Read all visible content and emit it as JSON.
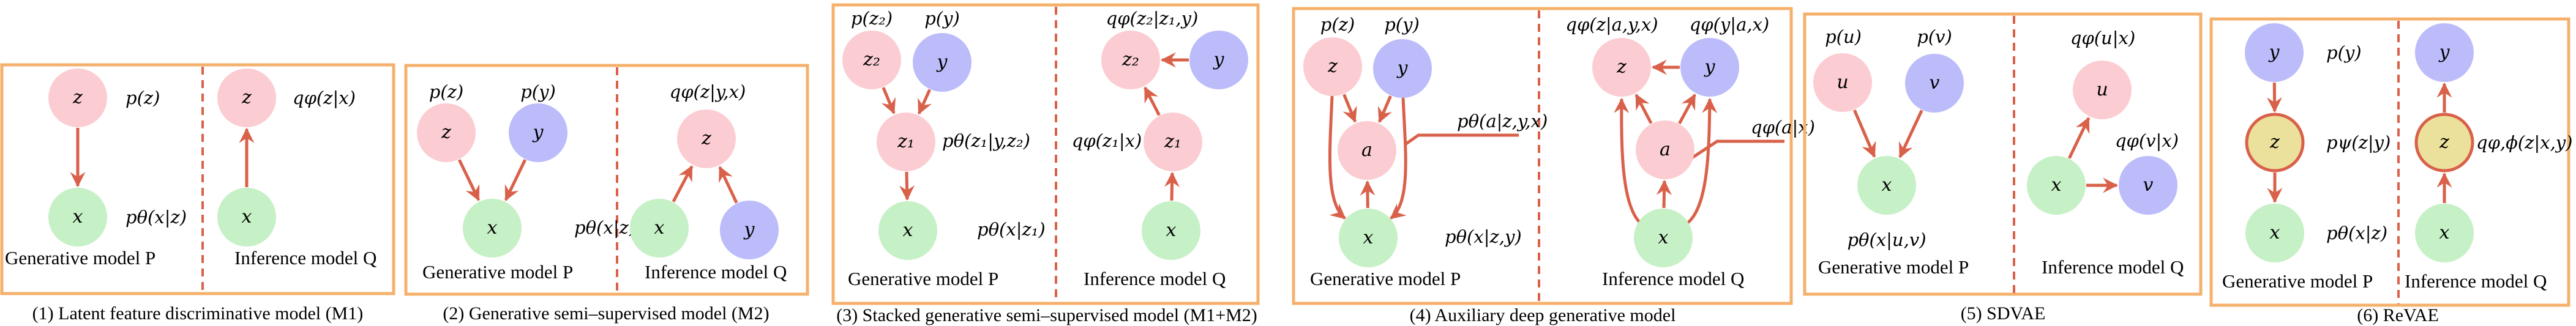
{
  "colors": {
    "box_border": "#f5b16c",
    "divider": "#d9614a",
    "edge": "#d9614a",
    "node_z": "#fbcdd2",
    "node_y": "#bcbcfb",
    "node_x": "#c6f0c6",
    "node_highlight_fill": "#ebe19c",
    "node_highlight_stroke": "#d9614a"
  },
  "common": {
    "generative_label": "Generative model P",
    "inference_label": "Inference model Q"
  },
  "panels": [
    {
      "id": "m1",
      "caption": "(1) Latent feature discriminative model (M1)",
      "generative": {
        "nodes": [
          {
            "id": "z",
            "label": "z",
            "kind": "z"
          },
          {
            "id": "x",
            "label": "x",
            "kind": "x"
          }
        ],
        "edges": [
          {
            "from": "z",
            "to": "x"
          }
        ],
        "annotations": [
          "p(z)",
          "pθ(x|z)"
        ]
      },
      "inference": {
        "nodes": [
          {
            "id": "z",
            "label": "z",
            "kind": "z"
          },
          {
            "id": "x",
            "label": "x",
            "kind": "x"
          }
        ],
        "edges": [
          {
            "from": "x",
            "to": "z"
          }
        ],
        "annotations": [
          "qφ(z|x)"
        ]
      }
    },
    {
      "id": "m2",
      "caption": "(2) Generative semi–supervised model (M2)",
      "generative": {
        "nodes": [
          {
            "id": "z",
            "label": "z",
            "kind": "z"
          },
          {
            "id": "y",
            "label": "y",
            "kind": "y"
          },
          {
            "id": "x",
            "label": "x",
            "kind": "x"
          }
        ],
        "edges": [
          {
            "from": "z",
            "to": "x"
          },
          {
            "from": "y",
            "to": "x"
          }
        ],
        "annotations": [
          "p(z)",
          "p(y)",
          "pθ(x|z,y)"
        ]
      },
      "inference": {
        "nodes": [
          {
            "id": "z",
            "label": "z",
            "kind": "z"
          },
          {
            "id": "x",
            "label": "x",
            "kind": "x"
          },
          {
            "id": "y",
            "label": "y",
            "kind": "y"
          }
        ],
        "edges": [
          {
            "from": "x",
            "to": "z"
          },
          {
            "from": "y",
            "to": "z"
          }
        ],
        "annotations": [
          "qφ(z|y,x)"
        ]
      }
    },
    {
      "id": "m1m2",
      "caption": "(3) Stacked generative semi–supervised model (M1+M2)",
      "generative": {
        "nodes": [
          {
            "id": "z2",
            "label": "z₂",
            "kind": "z"
          },
          {
            "id": "y",
            "label": "y",
            "kind": "y"
          },
          {
            "id": "z1",
            "label": "z₁",
            "kind": "z"
          },
          {
            "id": "x",
            "label": "x",
            "kind": "x"
          }
        ],
        "edges": [
          {
            "from": "z2",
            "to": "z1"
          },
          {
            "from": "y",
            "to": "z1"
          },
          {
            "from": "z1",
            "to": "x"
          }
        ],
        "annotations": [
          "p(z₂)",
          "p(y)",
          "pθ(z₁|y,z₂)",
          "pθ(x|z₁)"
        ]
      },
      "inference": {
        "nodes": [
          {
            "id": "z2",
            "label": "z₂",
            "kind": "z"
          },
          {
            "id": "y",
            "label": "y",
            "kind": "y"
          },
          {
            "id": "z1",
            "label": "z₁",
            "kind": "z"
          },
          {
            "id": "x",
            "label": "x",
            "kind": "x"
          }
        ],
        "edges": [
          {
            "from": "y",
            "to": "z2"
          },
          {
            "from": "z1",
            "to": "z2"
          },
          {
            "from": "x",
            "to": "z1"
          }
        ],
        "annotations": [
          "qφ(z₂|z₁,y)",
          "qφ(z₁|x)"
        ]
      }
    },
    {
      "id": "adgm",
      "caption": "(4) Auxiliary deep generative model",
      "generative": {
        "nodes": [
          {
            "id": "z",
            "label": "z",
            "kind": "z"
          },
          {
            "id": "y",
            "label": "y",
            "kind": "y"
          },
          {
            "id": "a",
            "label": "a",
            "kind": "z"
          },
          {
            "id": "x",
            "label": "x",
            "kind": "x"
          }
        ],
        "edges": [
          {
            "from": "z",
            "to": "a"
          },
          {
            "from": "y",
            "to": "a"
          },
          {
            "from": "x",
            "to": "a"
          },
          {
            "from": "z",
            "to": "x"
          },
          {
            "from": "y",
            "to": "x"
          }
        ],
        "annotations": [
          "p(z)",
          "p(y)",
          "pθ(a|z,y,x)",
          "pθ(x|z,y)"
        ]
      },
      "inference": {
        "nodes": [
          {
            "id": "z",
            "label": "z",
            "kind": "z"
          },
          {
            "id": "y",
            "label": "y",
            "kind": "y"
          },
          {
            "id": "a",
            "label": "a",
            "kind": "z"
          },
          {
            "id": "x",
            "label": "x",
            "kind": "x"
          }
        ],
        "edges": [
          {
            "from": "y",
            "to": "z"
          },
          {
            "from": "a",
            "to": "z"
          },
          {
            "from": "a",
            "to": "y"
          },
          {
            "from": "x",
            "to": "a"
          },
          {
            "from": "x",
            "to": "z"
          },
          {
            "from": "x",
            "to": "y"
          }
        ],
        "annotations": [
          "qφ(z|a,y,x)",
          "qφ(y|a,x)",
          "qφ(a|x)"
        ]
      }
    },
    {
      "id": "sdvae",
      "caption": "(5) SDVAE",
      "generative": {
        "nodes": [
          {
            "id": "u",
            "label": "u",
            "kind": "z"
          },
          {
            "id": "v",
            "label": "v",
            "kind": "y"
          },
          {
            "id": "x",
            "label": "x",
            "kind": "x"
          }
        ],
        "edges": [
          {
            "from": "u",
            "to": "x"
          },
          {
            "from": "v",
            "to": "x"
          }
        ],
        "annotations": [
          "p(u)",
          "p(v)",
          "pθ(x|u,v)"
        ]
      },
      "inference": {
        "nodes": [
          {
            "id": "u",
            "label": "u",
            "kind": "z"
          },
          {
            "id": "x",
            "label": "x",
            "kind": "x"
          },
          {
            "id": "v",
            "label": "v",
            "kind": "y"
          }
        ],
        "edges": [
          {
            "from": "x",
            "to": "u"
          },
          {
            "from": "x",
            "to": "v"
          }
        ],
        "annotations": [
          "qφ(u|x)",
          "qφ(v|x)"
        ]
      }
    },
    {
      "id": "revae",
      "caption": "(6) ReVAE",
      "generative": {
        "nodes": [
          {
            "id": "y",
            "label": "y",
            "kind": "y"
          },
          {
            "id": "z",
            "label": "z",
            "kind": "hl"
          },
          {
            "id": "x",
            "label": "x",
            "kind": "x"
          }
        ],
        "edges": [
          {
            "from": "y",
            "to": "z"
          },
          {
            "from": "z",
            "to": "x"
          }
        ],
        "annotations": [
          "p(y)",
          "pψ(z|y)",
          "pθ(x|z)"
        ]
      },
      "inference": {
        "nodes": [
          {
            "id": "y",
            "label": "y",
            "kind": "y"
          },
          {
            "id": "z",
            "label": "z",
            "kind": "hl"
          },
          {
            "id": "x",
            "label": "x",
            "kind": "x"
          }
        ],
        "edges": [
          {
            "from": "z",
            "to": "y"
          },
          {
            "from": "x",
            "to": "z"
          }
        ],
        "annotations": [
          "qφ,ϕ(z|x,y)"
        ]
      }
    }
  ]
}
